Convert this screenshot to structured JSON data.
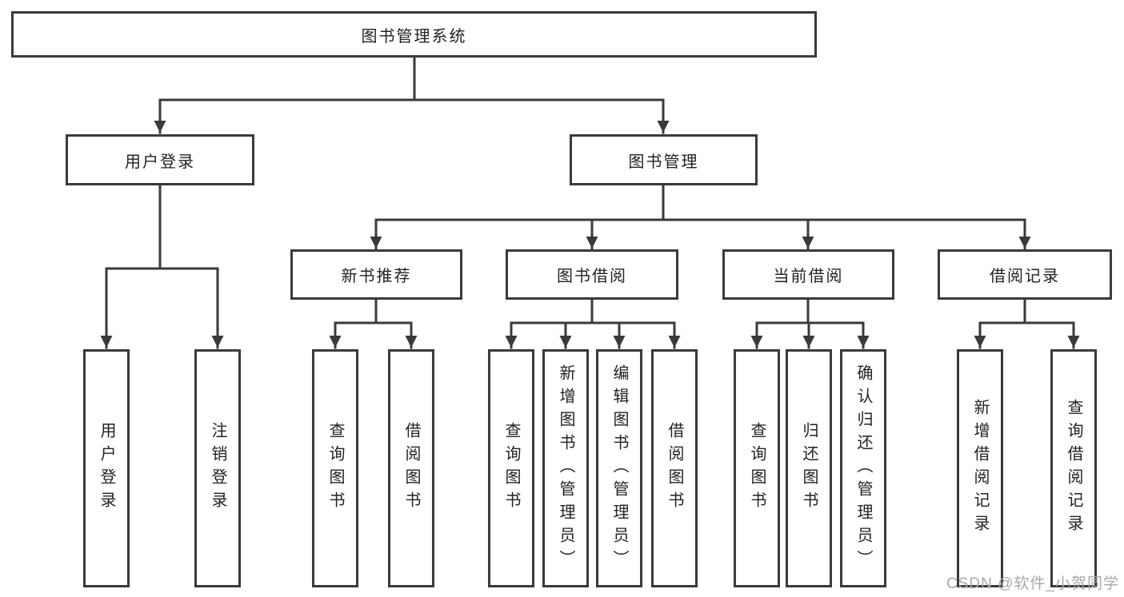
{
  "diagram": {
    "root": {
      "label": "图书管理系统"
    },
    "level2": {
      "user_login": {
        "label": "用户登录"
      },
      "book_mgmt": {
        "label": "图书管理"
      }
    },
    "level3": {
      "new_rec": {
        "label": "新书推荐"
      },
      "book_borrow": {
        "label": "图书借阅"
      },
      "current_borrow": {
        "label": "当前借阅"
      },
      "borrow_record": {
        "label": "借阅记录"
      }
    },
    "leaves": {
      "user_login_login": {
        "label": "用户登录"
      },
      "user_login_logout": {
        "label": "注销登录"
      },
      "new_rec_query": {
        "label": "查询图书"
      },
      "new_rec_borrow": {
        "label": "借阅图书"
      },
      "book_borrow_query": {
        "label": "查询图书"
      },
      "book_borrow_add": {
        "label": "新增图书（管理员）"
      },
      "book_borrow_edit": {
        "label": "编辑图书（管理员）"
      },
      "book_borrow_borrow": {
        "label": "借阅图书"
      },
      "current_borrow_query": {
        "label": "查询图书"
      },
      "current_borrow_return": {
        "label": "归还图书"
      },
      "current_borrow_confirm": {
        "label": "确认归还（管理员）"
      },
      "borrow_record_add": {
        "label": "新增借阅记录"
      },
      "borrow_record_query": {
        "label": "查询借阅记录"
      }
    }
  },
  "watermark": {
    "text": "CSDN @软件_小贺同学"
  },
  "colors": {
    "line": "#3a3a3a",
    "text": "#222222",
    "watermark": "#a9a9a9",
    "background": "#ffffff"
  }
}
